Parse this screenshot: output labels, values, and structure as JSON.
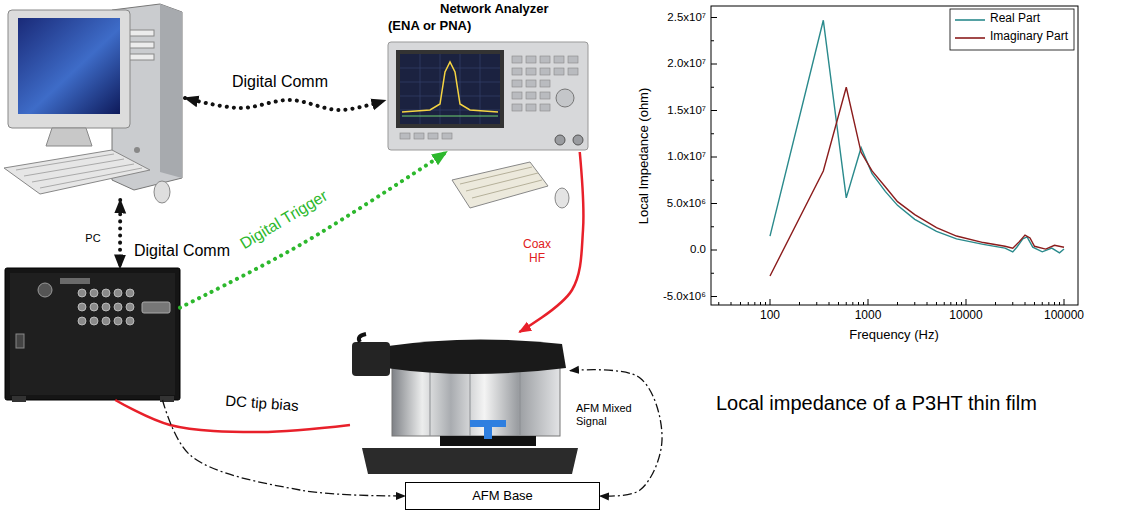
{
  "diagram": {
    "caption": "Local impedance of a P3HT thin film",
    "nodes": [
      {
        "text": [
          "PC"
        ]
      },
      {
        "text": [
          "Network Analyzer",
          "(ENA or PNA)"
        ]
      },
      {
        "text": []
      },
      {
        "text": [
          "AFM Mixed Signal"
        ]
      },
      {
        "text": [
          "AFM Base"
        ]
      }
    ],
    "edges": [
      {
        "from": 0,
        "to": 1,
        "label": "Digital Comm",
        "arrow": "both"
      },
      {
        "from": 0,
        "to": 2,
        "label": "Digital Comm",
        "arrow": "both"
      },
      {
        "from": 2,
        "to": 1,
        "label": "Digital Trigger",
        "arrow": "to"
      },
      {
        "from": 1,
        "to": 3,
        "label": "Coax HF",
        "arrow": "to"
      },
      {
        "from": 2,
        "to": 3,
        "label": "DC tip bias",
        "arrow": "none"
      },
      {
        "from": 2,
        "to": 4,
        "arrow": "to"
      },
      {
        "from": 3,
        "to": 4,
        "arrow": "both"
      }
    ],
    "labels": [
      "Local Impedance (ohm)",
      "2.5x10⁷",
      "2.0x10⁷",
      "1.5x10⁷",
      "1.0x10⁷",
      "5.0x10⁶",
      "0.0",
      "-5.0x10⁶",
      "100",
      "1000",
      "10000",
      "100000",
      "Frequency (Hz)"
    ],
    "legend": [
      {
        "text": "Real Part"
      },
      {
        "text": "Imaginary Part"
      }
    ]
  }
}
